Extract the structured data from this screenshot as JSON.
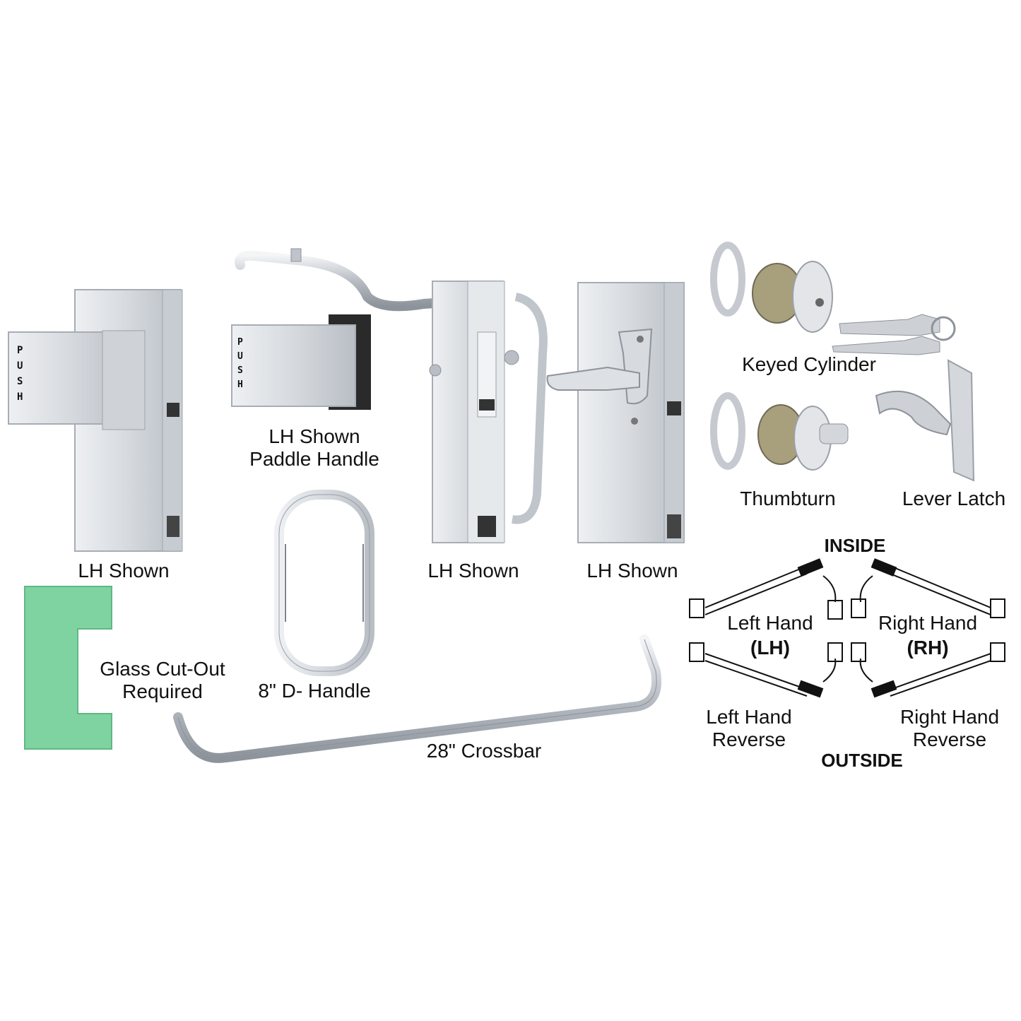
{
  "labels": {
    "push_panic_caption": "LH Shown",
    "paddle_caption_line1": "LH Shown",
    "paddle_caption_line2": "Paddle Handle",
    "crossbar_lock_caption": "LH Shown",
    "lever_lock_caption": "LH Shown",
    "keyed_cylinder": "Keyed Cylinder",
    "thumbturn": "Thumbturn",
    "lever_latch": "Lever Latch",
    "glass_cutout_line1": "Glass Cut-Out",
    "glass_cutout_line2": "Required",
    "d_handle": "8\" D- Handle",
    "crossbar": "28\" Crossbar",
    "push_text": "PUSH"
  },
  "handing_diagram": {
    "inside": "INSIDE",
    "outside": "OUTSIDE",
    "left_hand_line1": "Left Hand",
    "left_hand_line2": "(LH)",
    "right_hand_line1": "Right Hand",
    "right_hand_line2": "(RH)",
    "left_hand_reverse_line1": "Left Hand",
    "left_hand_reverse_line2": "Reverse",
    "right_hand_reverse_line1": "Right Hand",
    "right_hand_reverse_line2": "Reverse"
  },
  "colors": {
    "metal": "#d9dde2",
    "metal_dark": "#9aa0a8",
    "glass_green": "#7fd3a0",
    "brass": "#a89f7c",
    "text": "#111111"
  }
}
